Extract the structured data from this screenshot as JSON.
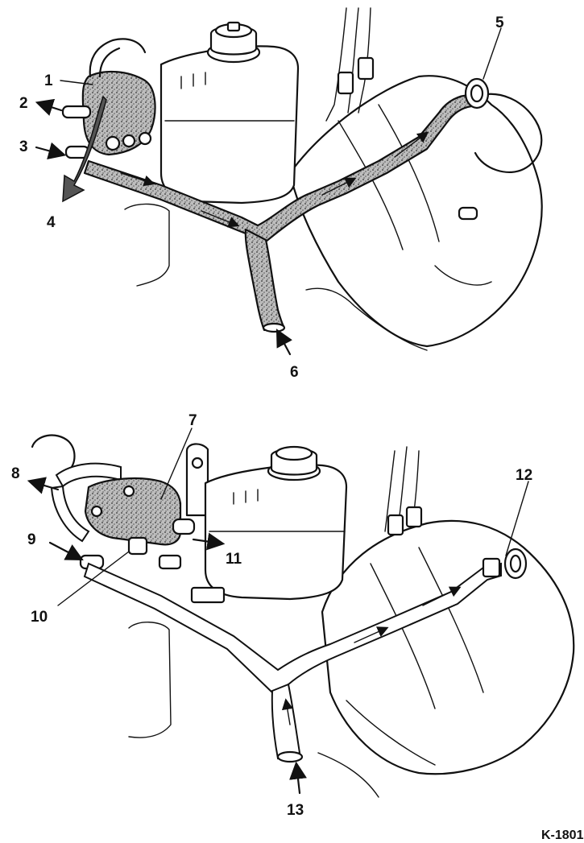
{
  "figure": {
    "code": "K-1801"
  },
  "upper_view": {
    "callouts": [
      "1",
      "2",
      "3",
      "4",
      "5",
      "6"
    ]
  },
  "lower_view": {
    "callouts": [
      "7",
      "8",
      "9",
      "10",
      "11",
      "12",
      "13"
    ]
  }
}
